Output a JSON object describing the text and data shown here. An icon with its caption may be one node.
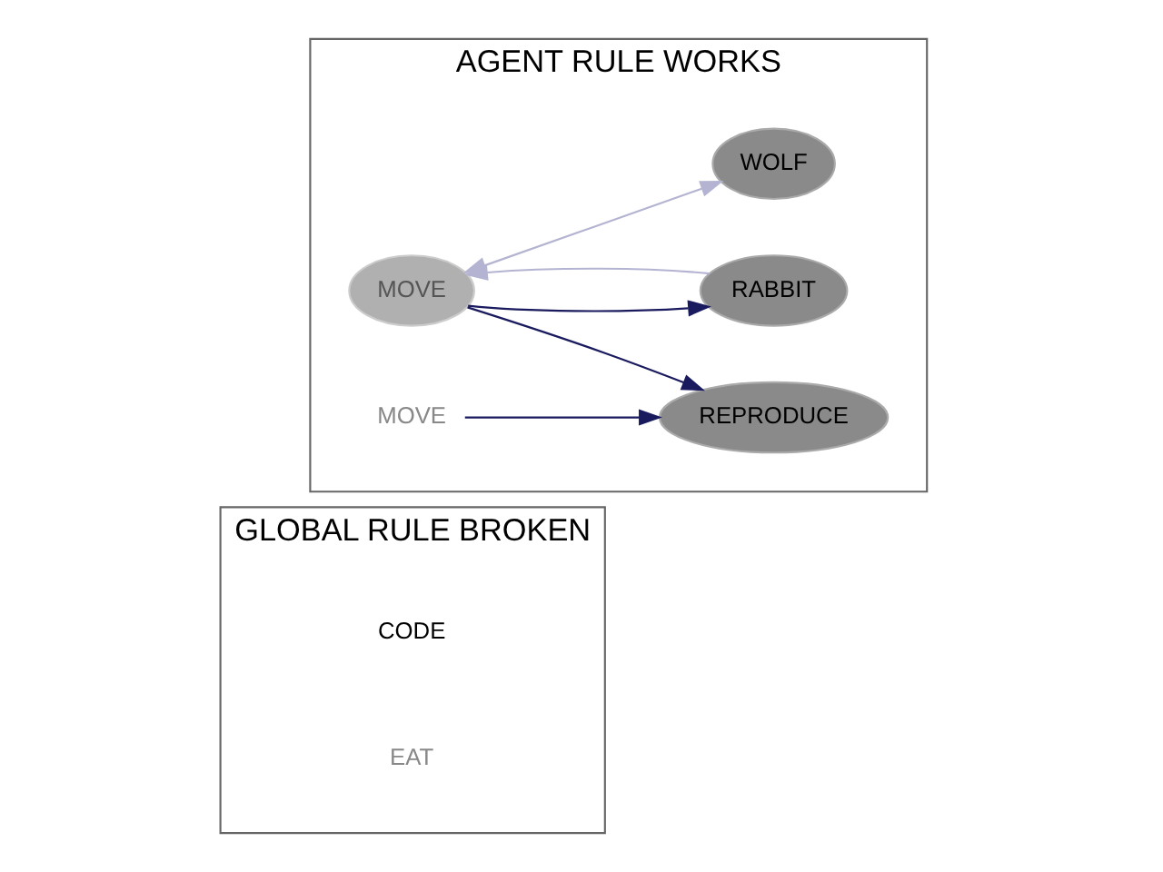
{
  "diagram": {
    "nodes": [
      {
        "text": [
          "GLOBAL RULE BROKEN"
        ]
      },
      {
        "text": [
          "CODE"
        ],
        "in": 0
      },
      {
        "text": [
          "EAT"
        ],
        "in": 0
      },
      {
        "text": [
          "AGENT RULE WORKS"
        ]
      },
      {
        "text": [
          "WOLF"
        ],
        "in": 3
      },
      {
        "text": [
          "RABBIT"
        ],
        "in": 3
      },
      {
        "text": [
          "MOVE"
        ],
        "in": 3
      },
      {
        "text": [
          "MOVE"
        ],
        "in": 3
      },
      {
        "text": [
          "REPRODUCE"
        ],
        "in": 3
      }
    ],
    "edges": [
      {
        "from": 6,
        "to": 4,
        "arrow": "both",
        "color": "#b4b4d2"
      },
      {
        "from": 6,
        "to": 5,
        "arrow": "to"
      },
      {
        "from": 5,
        "to": 6,
        "arrow": "to",
        "color": "#b4b4d2"
      },
      {
        "from": 6,
        "to": 8,
        "arrow": "to"
      },
      {
        "from": 7,
        "to": 8,
        "arrow": "to"
      }
    ]
  }
}
